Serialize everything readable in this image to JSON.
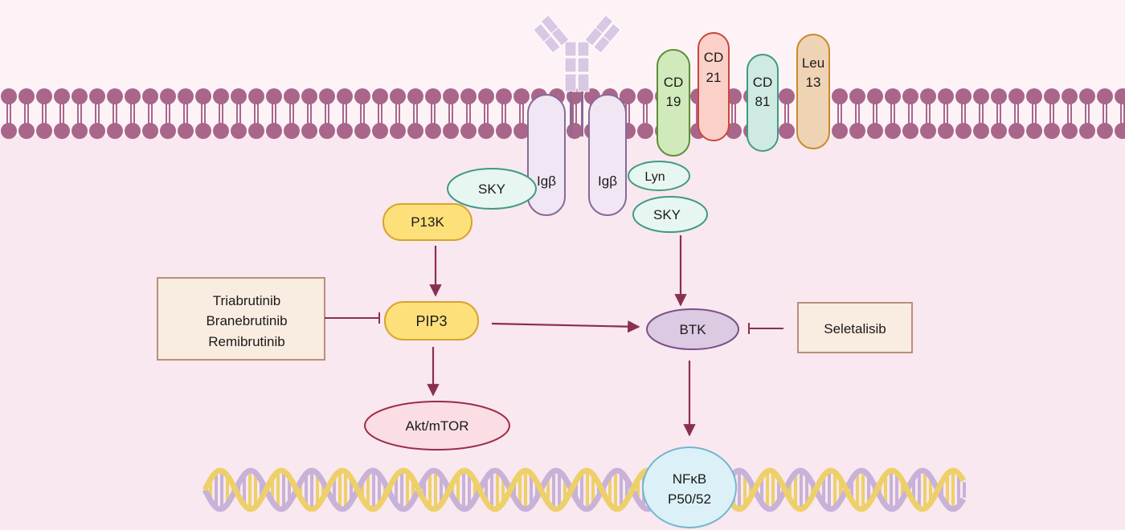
{
  "receptors": {
    "igb_left": "Igβ",
    "igb_right": "Igβ",
    "cd19_line1": "CD",
    "cd19_line2": "19",
    "cd21_line1": "CD",
    "cd21_line2": "21",
    "cd81_line1": "CD",
    "cd81_line2": "81",
    "leu13_line1": "Leu",
    "leu13_line2": "13"
  },
  "kinases": {
    "sky_left": "SKY",
    "lyn": "Lyn",
    "sky_right": "SKY",
    "p13k": "P13K",
    "pip3": "PIP3",
    "btk": "BTK",
    "akt_mtor": "Akt/mTOR"
  },
  "drugs": {
    "left": [
      "Triabrutinib",
      "Branebrutinib",
      "Remibrutinib"
    ],
    "right": "Seletalisib"
  },
  "nucleus": {
    "line1": "NFκB",
    "line2": "P50/52"
  },
  "colors": {
    "background_outside": "#fdf3f7",
    "background_cytoplasm": "#f9e8ef",
    "lipid": "#a9668a",
    "arrow": "#8b2e54",
    "igb_fill": "#f1e6f4",
    "igb_stroke": "#8a6a96",
    "sky_fill": "#e8f6f1",
    "sky_stroke": "#3f9a86",
    "pi3k_fill": "#fde07a",
    "pi3k_stroke": "#d7a42f",
    "btk_fill": "#dcc9e2",
    "btk_stroke": "#7b4e8a",
    "akt_fill": "#fbdde4",
    "akt_stroke": "#9c2a4a",
    "drug_fill": "#f9ece1",
    "drug_stroke": "#b8907a",
    "cd19_fill": "#d1eabb",
    "cd21_fill": "#fbd0c9",
    "cd81_fill": "#cfeae2",
    "leu13_fill": "#efd3b5",
    "nfkb_fill": "#dcf0f7",
    "dna_yellow": "#eed06a",
    "dna_purple": "#c8b2d8"
  }
}
